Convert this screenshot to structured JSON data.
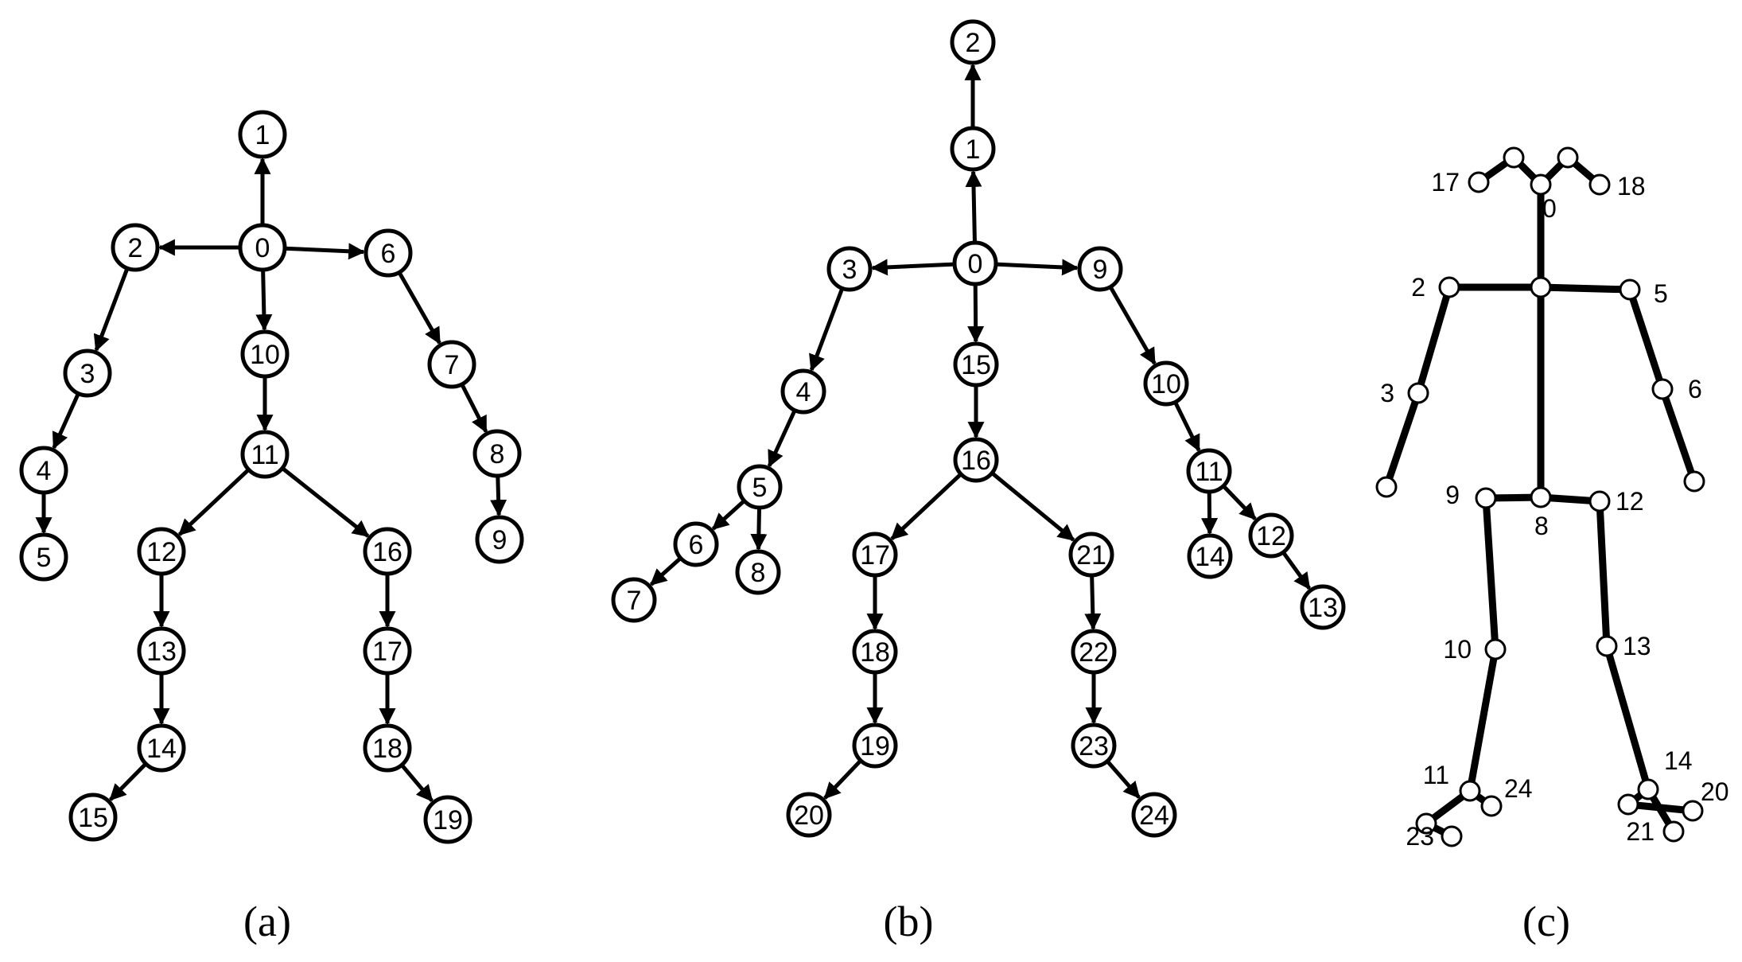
{
  "captions": {
    "a": "(a)",
    "b": "(b)",
    "c": "(c)"
  },
  "panel_a": {
    "nodes": [
      "0",
      "1",
      "2",
      "3",
      "4",
      "5",
      "6",
      "7",
      "8",
      "9",
      "10",
      "11",
      "12",
      "13",
      "14",
      "15",
      "16",
      "17",
      "18",
      "19"
    ],
    "edges": [
      [
        "0",
        "1"
      ],
      [
        "0",
        "2"
      ],
      [
        "0",
        "6"
      ],
      [
        "0",
        "10"
      ],
      [
        "2",
        "3"
      ],
      [
        "3",
        "4"
      ],
      [
        "4",
        "5"
      ],
      [
        "6",
        "7"
      ],
      [
        "7",
        "8"
      ],
      [
        "8",
        "9"
      ],
      [
        "10",
        "11"
      ],
      [
        "11",
        "12"
      ],
      [
        "11",
        "16"
      ],
      [
        "12",
        "13"
      ],
      [
        "13",
        "14"
      ],
      [
        "14",
        "15"
      ],
      [
        "16",
        "17"
      ],
      [
        "17",
        "18"
      ],
      [
        "18",
        "19"
      ]
    ]
  },
  "panel_b": {
    "nodes": [
      "0",
      "1",
      "2",
      "3",
      "4",
      "5",
      "6",
      "7",
      "8",
      "9",
      "10",
      "11",
      "12",
      "13",
      "14",
      "15",
      "16",
      "17",
      "18",
      "19",
      "20",
      "21",
      "22",
      "23",
      "24"
    ],
    "edges": [
      [
        "0",
        "1"
      ],
      [
        "1",
        "2"
      ],
      [
        "0",
        "3"
      ],
      [
        "0",
        "9"
      ],
      [
        "0",
        "15"
      ],
      [
        "3",
        "4"
      ],
      [
        "4",
        "5"
      ],
      [
        "5",
        "6"
      ],
      [
        "5",
        "8"
      ],
      [
        "6",
        "7"
      ],
      [
        "9",
        "10"
      ],
      [
        "10",
        "11"
      ],
      [
        "11",
        "14"
      ],
      [
        "11",
        "12"
      ],
      [
        "12",
        "13"
      ],
      [
        "15",
        "16"
      ],
      [
        "16",
        "17"
      ],
      [
        "16",
        "21"
      ],
      [
        "17",
        "18"
      ],
      [
        "18",
        "19"
      ],
      [
        "19",
        "20"
      ],
      [
        "21",
        "22"
      ],
      [
        "22",
        "23"
      ],
      [
        "23",
        "24"
      ]
    ]
  },
  "panel_c": {
    "joints": [
      "0",
      "1",
      "2",
      "3",
      "4",
      "5",
      "6",
      "7",
      "8",
      "9",
      "10",
      "11",
      "12",
      "13",
      "14",
      "15",
      "16",
      "17",
      "18",
      "19",
      "20",
      "21",
      "22",
      "23",
      "24"
    ],
    "bones": [
      [
        "17",
        "15"
      ],
      [
        "15",
        "0"
      ],
      [
        "0",
        "16"
      ],
      [
        "16",
        "18"
      ],
      [
        "0",
        "1"
      ],
      [
        "1",
        "2"
      ],
      [
        "1",
        "5"
      ],
      [
        "2",
        "3"
      ],
      [
        "3",
        "4"
      ],
      [
        "5",
        "6"
      ],
      [
        "6",
        "7"
      ],
      [
        "1",
        "8"
      ],
      [
        "8",
        "9"
      ],
      [
        "8",
        "12"
      ],
      [
        "9",
        "10"
      ],
      [
        "10",
        "11"
      ],
      [
        "11",
        "22"
      ],
      [
        "22",
        "23"
      ],
      [
        "11",
        "24"
      ],
      [
        "12",
        "13"
      ],
      [
        "13",
        "14"
      ],
      [
        "14",
        "19"
      ],
      [
        "19",
        "20"
      ],
      [
        "14",
        "21"
      ]
    ],
    "labels": {
      "0": "0",
      "2": "2",
      "3": "3",
      "5": "5",
      "6": "6",
      "8": "8",
      "9": "9",
      "10": "10",
      "11": "11",
      "12": "12",
      "13": "13",
      "14": "14",
      "17": "17",
      "18": "18",
      "20": "20",
      "21": "21",
      "23": "23",
      "24": "24"
    }
  }
}
